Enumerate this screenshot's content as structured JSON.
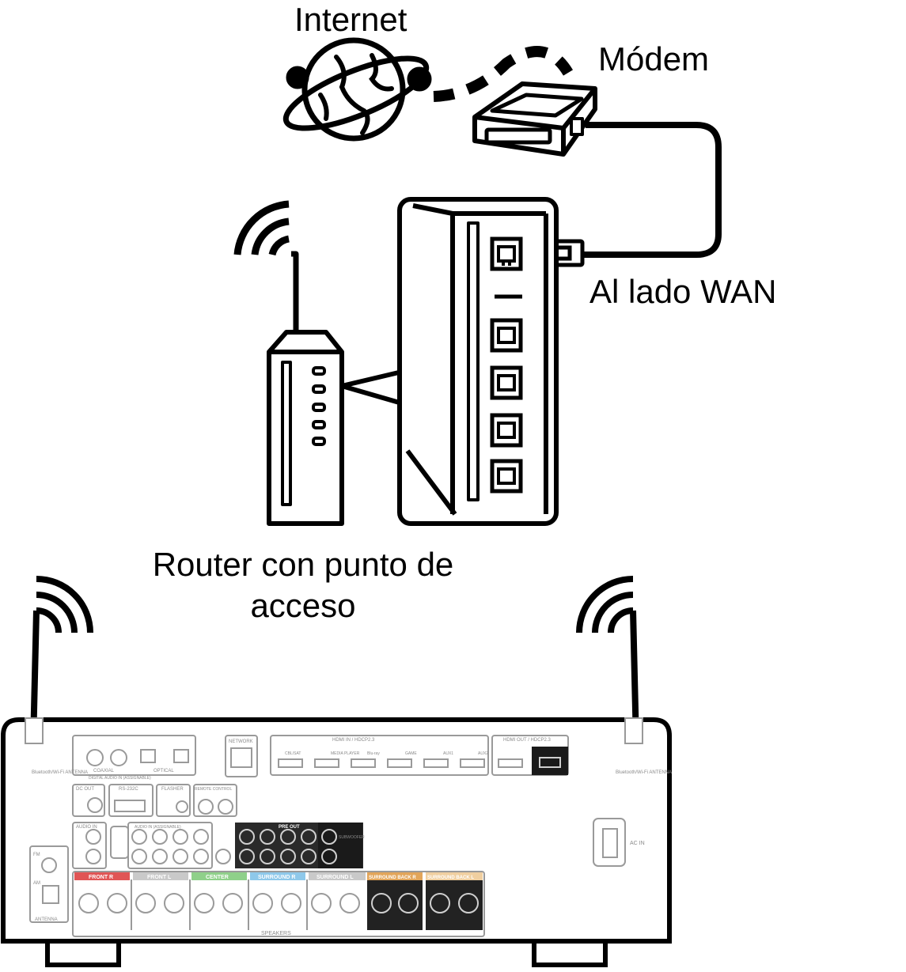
{
  "labels": {
    "internet": "Internet",
    "modem": "Módem",
    "wan_side": "Al lado WAN",
    "router_line1": "Router con punto de",
    "router_line2": "acceso"
  },
  "receiver_panel": {
    "left_antenna": "Bluetooth/Wi-Fi ANTENNA",
    "right_antenna": "Bluetooth/Wi-Fi ANTENNA",
    "network": "NETWORK",
    "hdmi_in": "HDMI IN / HDCP2.3",
    "hdmi_out": "HDMI OUT / HDCP2.3",
    "hdmi_inputs": [
      "CBL/SAT",
      "MEDIA PLAYER",
      "Blu-ray",
      "GAME",
      "AUX1",
      "AUX2"
    ],
    "coaxial": "COAXIAL",
    "optical": "OPTICAL",
    "digital_audio_in": "DIGITAL AUDIO IN (ASSIGNABLE)",
    "dc_out": "DC OUT",
    "rs232c": "RS-232C",
    "flasher": "FLASHER",
    "remote_control": "REMOTE CONTROL",
    "audio_in": "AUDIO IN",
    "audio_in_assignable": "AUDIO IN (ASSIGNABLE)",
    "pre_out": "PRE OUT",
    "subwoofer": "SUBWOOFER",
    "speaker_groups": [
      "FRONT R",
      "FRONT L",
      "CENTER",
      "SURROUND R",
      "SURROUND L",
      "SURROUND BACK R",
      "SURROUND BACK L"
    ],
    "speakers": "SPEAKERS",
    "ac_in": "AC IN",
    "antenna": "ANTENNA",
    "fm": "FM",
    "am": "AM"
  },
  "colors": {
    "line": "#000000",
    "panel_gray": "#9a9a9a",
    "front_red": "#e05555",
    "center_green": "#8fd08a",
    "surround_blue": "#8ec8ea",
    "surround_back_orange": "#e2a55a"
  }
}
